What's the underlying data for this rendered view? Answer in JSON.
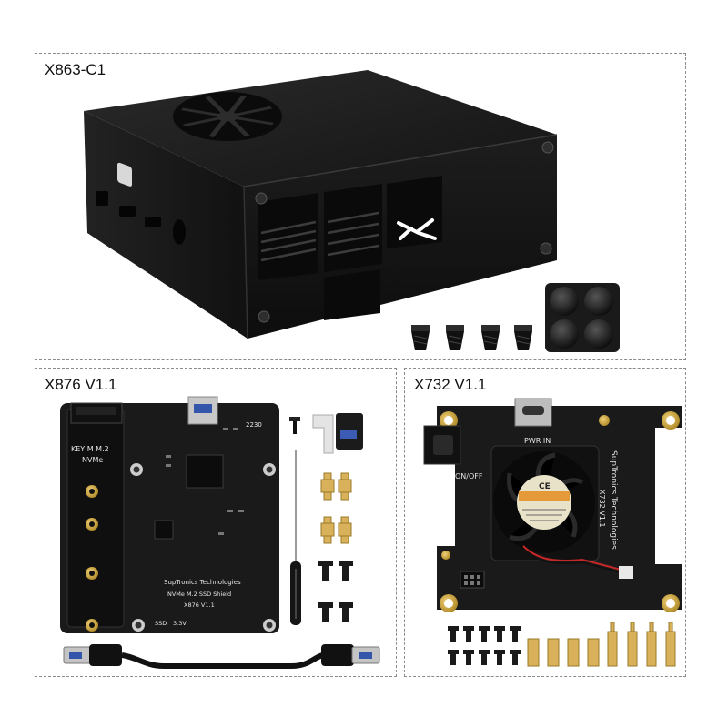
{
  "panels": {
    "case": {
      "title": "X863-C1"
    },
    "ssd": {
      "title": "X876 V1.1"
    },
    "power": {
      "title": "X732 V1.1"
    }
  },
  "ssd_board": {
    "slot_label": "KEY M M.2",
    "slot_sub": "NVMe",
    "size_mark": "2230",
    "maker": "SupTronics Technologies",
    "product": "NVMe M.2 SSD Shield",
    "model": "X876 V1.1",
    "ssd_mark": "SSD",
    "volt_mark": "3.3V"
  },
  "power_board": {
    "pwr_label": "PWR IN",
    "switch_label": "ON/OFF",
    "maker": "SupTronics Technologies",
    "model": "X732 V1.1",
    "fan_ce": "CE"
  },
  "colors": {
    "case_black": "#161616",
    "pcb_black": "#1a1a1a",
    "gold": "#c9a227",
    "brass": "#d8b15a"
  }
}
